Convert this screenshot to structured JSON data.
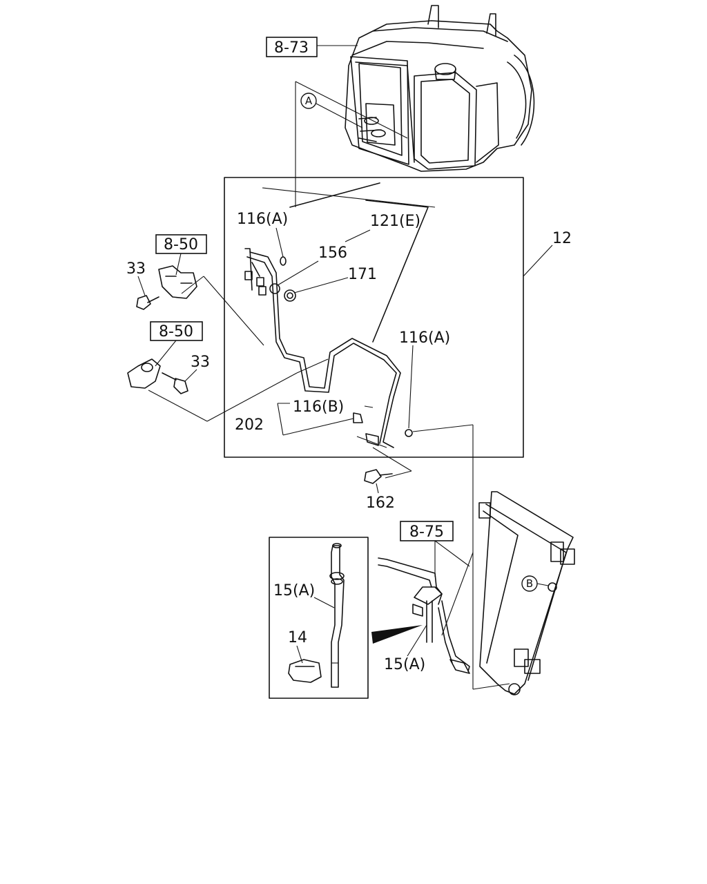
{
  "ref_boxes": {
    "evaporator": "8-73",
    "clip_upper": "8-50",
    "clip_lower": "8-50",
    "condenser": "8-75"
  },
  "callouts": {
    "a": "A",
    "b": "B"
  },
  "part_labels": {
    "p116a_top": "116(A)",
    "p121e": "121(E)",
    "p156": "156",
    "p171": "171",
    "p12": "12",
    "p116a_right": "116(A)",
    "p116b": "116(B)",
    "p202": "202",
    "p162": "162",
    "p33_upper": "33",
    "p33_lower": "33",
    "p15a_inset": "15(A)",
    "p14": "14",
    "p15a_main": "15(A)"
  }
}
